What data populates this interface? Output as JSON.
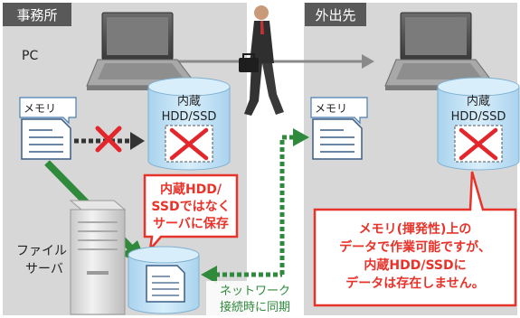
{
  "office": {
    "header": "事務所",
    "pc_label": "PC",
    "memory_label": "メモリ",
    "drive_label": [
      "内蔵",
      "HDD/SSD"
    ],
    "fileserver_label": [
      "ファイル",
      "サーバ"
    ]
  },
  "remote": {
    "header": "外出先",
    "memory_label": "メモリ",
    "drive_label": [
      "内蔵",
      "HDD/SSD"
    ]
  },
  "callouts": {
    "save_server": [
      "内蔵HDD/",
      "SSDではなく",
      "サーバに保存"
    ],
    "memory_note": [
      "メモリ(揮発性)上の",
      "データで作業可能ですが、",
      "内蔵HDD/SSDに",
      "データは存在しません。"
    ]
  },
  "sync_label": [
    "ネットワーク",
    "接続時に同期"
  ],
  "colors": {
    "panel_bg": "#d7d7d7",
    "header_bg": "#595959",
    "drive_blue": "#bfe0f4",
    "callout_red": "#e8332a",
    "green": "#2f8a3c",
    "x_red": "#e3262b"
  }
}
